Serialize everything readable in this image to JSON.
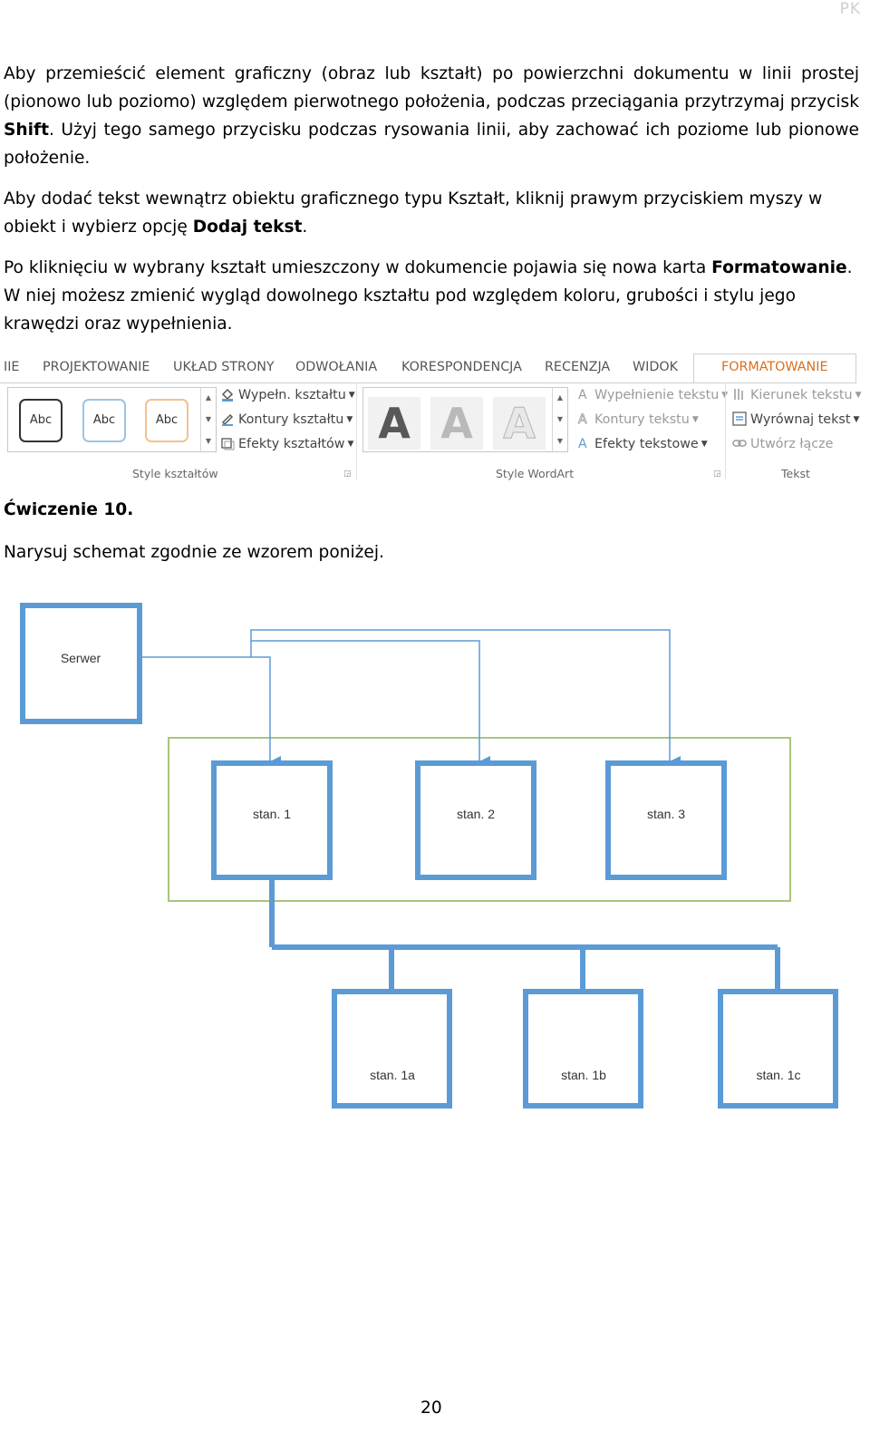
{
  "header": {
    "corner_mark": "PK"
  },
  "paragraphs": {
    "p1_a": "Aby przemieścić element graficzny (obraz lub kształt) po powierzchni dokumentu w linii prostej (pionowo lub poziomo) względem pierwotnego położenia, podczas przeciągania przytrzymaj przycisk ",
    "p1_bold": "Shift",
    "p1_b": ". Użyj tego samego przycisku podczas rysowania linii, aby zachować ich poziome lub pionowe położenie.",
    "p2_a": "Aby dodać tekst wewnątrz obiektu graficznego typu Kształt, kliknij prawym przyciskiem myszy w obiekt i wybierz opcję ",
    "p2_bold": "Dodaj tekst",
    "p2_b": ".",
    "p3_a": "Po kliknięciu w wybrany kształt umieszczony w dokumencie pojawia się nowa karta ",
    "p3_bold": "Formatowanie",
    "p3_b": ". W niej możesz zmienić wygląd dowolnego kształtu pod względem koloru, grubości i stylu jego krawędzi oraz wypełnienia."
  },
  "ribbon": {
    "tabs": [
      "IIE",
      "PROJEKTOWANIE",
      "UKŁAD STRONY",
      "ODWOŁANIA",
      "KORESPONDENCJA",
      "RECENZJA",
      "WIDOK",
      "FORMATOWANIE"
    ],
    "shape_styles": {
      "thumbs": [
        "Abc",
        "Abc",
        "Abc"
      ],
      "fill": "Wypełn. kształtu",
      "outline": "Kontury kształtu",
      "effects": "Efekty kształtów",
      "label": "Style kształtów"
    },
    "wordart": {
      "letters": [
        "A",
        "A",
        "A"
      ],
      "fill": "Wypełnienie tekstu",
      "outline": "Kontury tekstu",
      "effects": "Efekty tekstowe",
      "label": "Style WordArt"
    },
    "text_group": {
      "direction": "Kierunek tekstu",
      "align": "Wyrównaj tekst",
      "link": "Utwórz łącze",
      "label": "Tekst"
    },
    "colors": {
      "active_tab": "#d86f1f",
      "shape_blue": "#5b9bd5",
      "group_green": "#a9c47f"
    }
  },
  "exercise": {
    "heading": "Ćwiczenie 10.",
    "instruction": "Narysuj schemat zgodnie ze wzorem poniżej."
  },
  "diagram": {
    "server": "Serwer",
    "stations": [
      "stan. 1",
      "stan. 2",
      "stan. 3"
    ],
    "substations": [
      "stan. 1a",
      "stan. 1b",
      "stan. 1c"
    ]
  },
  "footer": {
    "page_number": "20"
  }
}
